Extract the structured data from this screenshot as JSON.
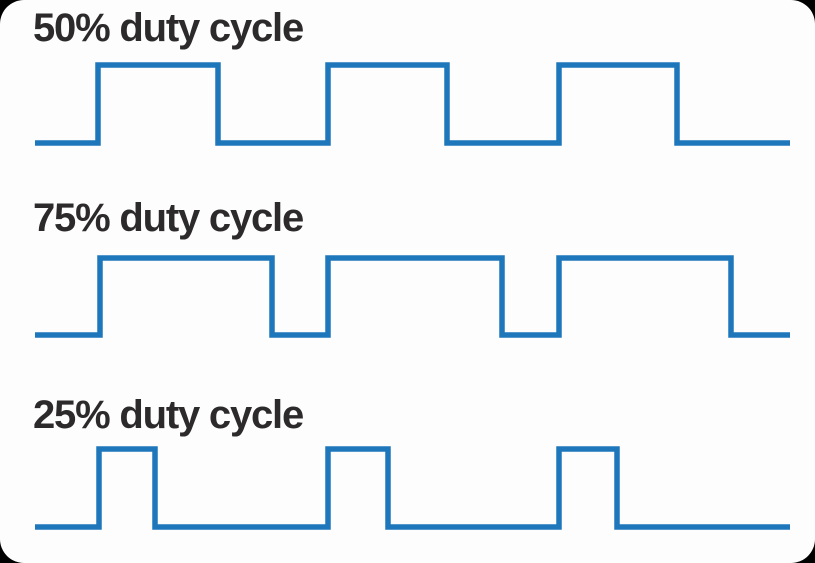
{
  "colors": {
    "waveform_blue": "#1e76bb",
    "label_text": "#2d2a2b",
    "card_background": "#fdfdfd",
    "outer_background": "#000000"
  },
  "waveforms": [
    {
      "label": "50% duty cycle",
      "duty_cycle_percent": 50,
      "initial_state": "low",
      "x_start": 35,
      "x_end": 790,
      "toggle_x": [
        98,
        218,
        328,
        447,
        559,
        677
      ],
      "y_high": 65,
      "y_low": 143
    },
    {
      "label": "75% duty cycle",
      "duty_cycle_percent": 75,
      "initial_state": "low",
      "x_start": 35,
      "x_end": 790,
      "toggle_x": [
        100,
        272,
        328,
        502,
        559,
        731
      ],
      "y_high": 258,
      "y_low": 335
    },
    {
      "label": "25% duty cycle",
      "duty_cycle_percent": 25,
      "initial_state": "low",
      "x_start": 35,
      "x_end": 790,
      "toggle_x": [
        99,
        155,
        328,
        388,
        559,
        617
      ],
      "y_high": 449,
      "y_low": 527
    }
  ],
  "chart_data": {
    "type": "line",
    "title": "",
    "subtype": "square-wave-timing-diagram",
    "series": [
      {
        "name": "50% duty cycle",
        "duty_cycle_percent": 50,
        "periods_shown": 3,
        "description": "Square wave, high 50% of each period"
      },
      {
        "name": "75% duty cycle",
        "duty_cycle_percent": 75,
        "periods_shown": 3,
        "description": "Square wave, high 75% of each period"
      },
      {
        "name": "25% duty cycle",
        "duty_cycle_percent": 25,
        "periods_shown": 3,
        "description": "Square wave, high 25% of each period"
      }
    ],
    "axes": "none",
    "grid": false,
    "legend_position": "none"
  }
}
